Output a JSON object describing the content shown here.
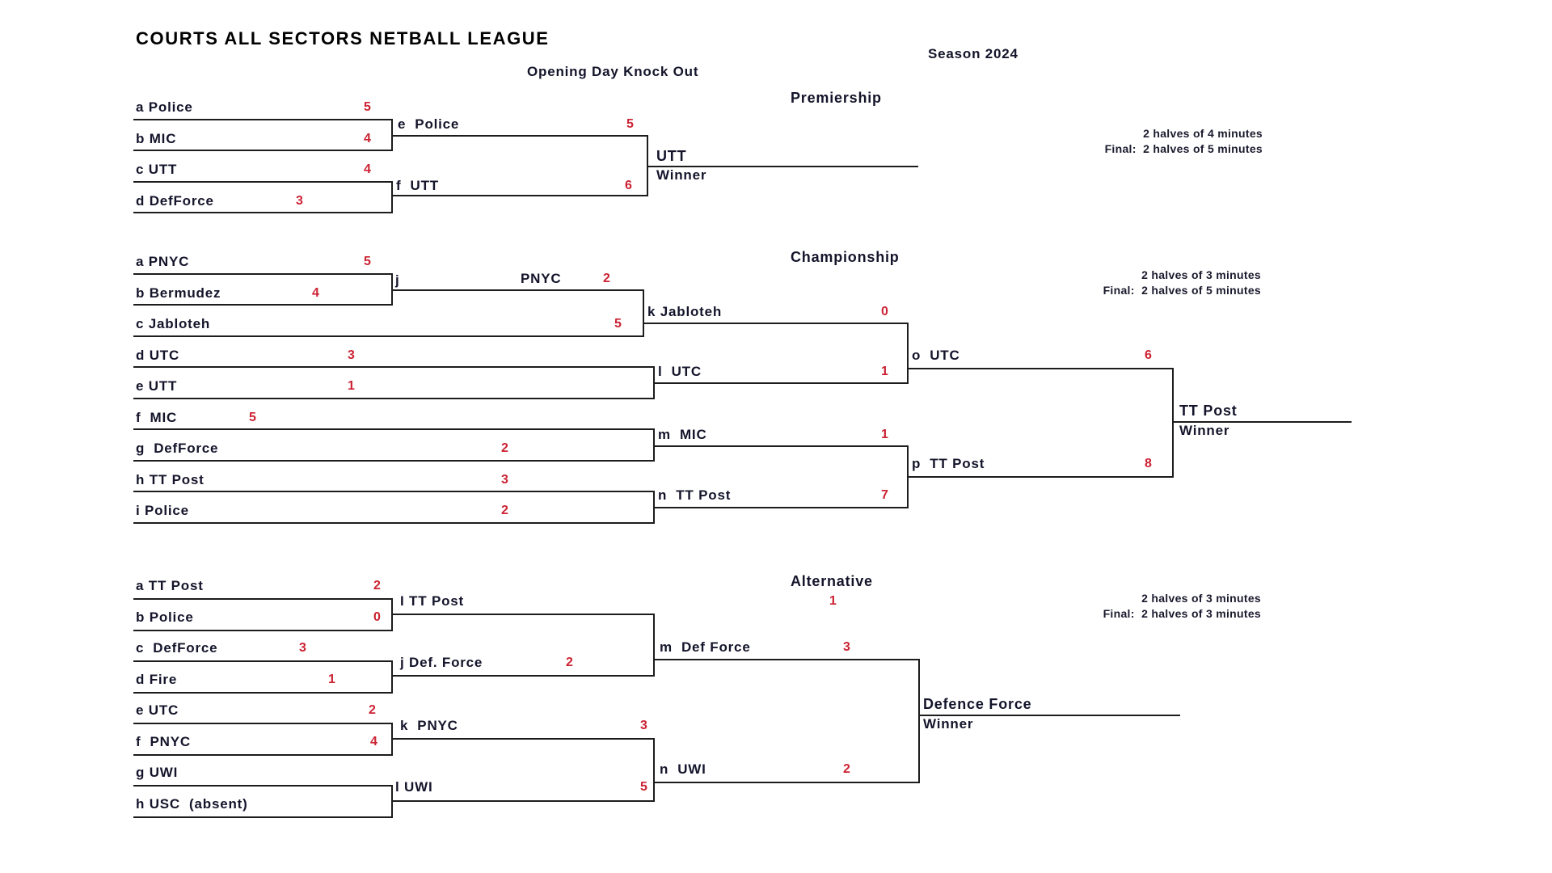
{
  "page": {
    "title": "COURTS ALL SECTORS NETBALL LEAGUE",
    "season": "Season 2024",
    "subtitle": "Opening Day Knock Out"
  },
  "premiership": {
    "title": "Premiership",
    "times": {
      "regular": "2 halves of 4 minutes",
      "final": "Final:  2 halves of 5 minutes"
    },
    "round1": [
      {
        "label": "a Police",
        "score": "5"
      },
      {
        "label": "b MIC",
        "score": "4"
      },
      {
        "label": "c UTT",
        "score": "4"
      },
      {
        "label": "d DefForce",
        "score": "3"
      }
    ],
    "round2": [
      {
        "label": "e  Police",
        "score": "5"
      },
      {
        "label": "f  UTT",
        "score": "6"
      }
    ],
    "winner": {
      "name": "UTT",
      "caption": "Winner"
    }
  },
  "championship": {
    "title": "Championship",
    "times": {
      "regular": "2 halves of 3 minutes",
      "final": "Final:  2 halves of 5 minutes"
    },
    "round1": [
      {
        "label": "a PNYC",
        "score": "5"
      },
      {
        "label": "b Bermudez",
        "score": "4"
      },
      {
        "label": "c Jabloteh",
        "score": "5"
      },
      {
        "label": "d UTC",
        "score": "3"
      },
      {
        "label": "e UTT",
        "score": "1"
      },
      {
        "label": "f  MIC",
        "score": "5"
      },
      {
        "label": "g  DefForce",
        "score": "2"
      },
      {
        "label": "h TT Post",
        "score": "3"
      },
      {
        "label": "i Police",
        "score": "2"
      }
    ],
    "round2": [
      {
        "label": "j",
        "winner": "PNYC",
        "score": "2"
      },
      {
        "label": "k Jabloteh",
        "score": "0"
      },
      {
        "label": "l  UTC",
        "score": "1"
      },
      {
        "label": "m  MIC",
        "score": "1"
      },
      {
        "label": "n  TT Post",
        "score": "7"
      }
    ],
    "round3": [
      {
        "label": "o  UTC",
        "score": "6"
      },
      {
        "label": "p  TT Post",
        "score": "8"
      }
    ],
    "winner": {
      "name": "TT Post",
      "caption": "Winner"
    }
  },
  "alternative": {
    "title": "Alternative",
    "times": {
      "regular": "2 halves of 3 minutes",
      "final": "Final:  2 halves of 3 minutes"
    },
    "round1": [
      {
        "label": "a TT Post",
        "score": "2"
      },
      {
        "label": "b Police",
        "score": "0"
      },
      {
        "label": "c  DefForce",
        "score": "3"
      },
      {
        "label": "d Fire",
        "score": "1"
      },
      {
        "label": "e UTC",
        "score": "2"
      },
      {
        "label": "f  PNYC",
        "score": "4"
      },
      {
        "label": "g UWI",
        "score": ""
      },
      {
        "label": "h USC  (absent)",
        "score": ""
      }
    ],
    "round2": [
      {
        "label": "I TT Post",
        "score": "1"
      },
      {
        "label": "j Def. Force",
        "score": "2"
      },
      {
        "label": "k  PNYC",
        "score": "3"
      },
      {
        "label": "l UWI",
        "score": "5"
      }
    ],
    "round3": [
      {
        "label": "m  Def Force",
        "score": "3"
      },
      {
        "label": "n  UWI",
        "score": "2"
      }
    ],
    "winner": {
      "name": "Defence Force",
      "caption": "Winner"
    }
  }
}
